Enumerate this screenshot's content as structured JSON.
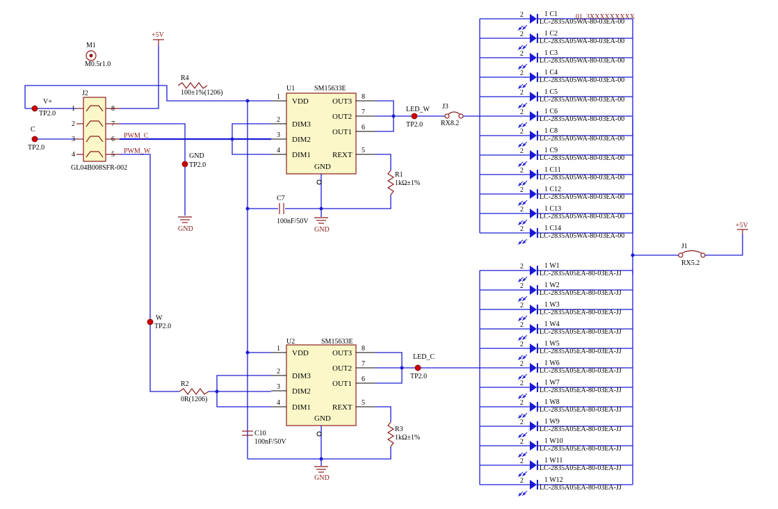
{
  "components": {
    "m1": {
      "ref": "M1",
      "value": "M0.5r1.0"
    },
    "pwr_top": "+5V",
    "pwr_right": "+5V",
    "r4": {
      "ref": "R4",
      "value": "100±1%(1206)"
    },
    "r1": {
      "ref": "R1",
      "value": "1kΩ±1%"
    },
    "r2": {
      "ref": "R2",
      "value": "0R(1206)"
    },
    "r3": {
      "ref": "R3",
      "value": "1kΩ±1%"
    },
    "c7": {
      "ref": "C7",
      "value": "100nF/50V"
    },
    "c10": {
      "ref": "C10",
      "value": "100nF/50V"
    },
    "j1": {
      "ref": "J1",
      "value": "RX5.2"
    },
    "j3": {
      "ref": "J3",
      "value": "RX8.2"
    },
    "j2": {
      "ref": "J2",
      "value": "GL04B008SFR-002",
      "pins_left": [
        "1",
        "2",
        "3",
        "4"
      ],
      "pins_right": [
        "8",
        "7",
        "6",
        "5"
      ]
    },
    "gnd": "GND",
    "tp_vplus": {
      "net": "V+",
      "value": "TP2.0"
    },
    "tp_c": {
      "net": "C",
      "value": "TP2.0"
    },
    "tp_gnd": {
      "net": "GND",
      "value": "TP2.0"
    },
    "tp_w": {
      "net": "W",
      "value": "TP2.0"
    },
    "tp_ledw": {
      "net": "LED_W",
      "value": "TP2.0"
    },
    "tp_ledc": {
      "net": "LED_C",
      "value": "TP2.0"
    },
    "nets": {
      "pwm_c": "PWM_C",
      "pwm_w": "PWM_W"
    },
    "u1": {
      "ref": "U1",
      "part": "SM15633E"
    },
    "u2": {
      "ref": "U2",
      "part": "SM15633E"
    },
    "ic_pins": {
      "vdd": "VDD",
      "dim3": "DIM3",
      "dim2": "DIM2",
      "dim1": "DIM1",
      "gnd": "GND",
      "out3": "OUT3",
      "out2": "OUT2",
      "out1": "OUT1",
      "rext": "REXT"
    },
    "ic_pin_numbers": {
      "p1": "1",
      "p2": "2",
      "p3": "3",
      "p4": "4",
      "p5": "5",
      "p6": "6",
      "p7": "7",
      "p8": "8"
    }
  },
  "led_c_bank": {
    "top_note": "01_3XXXXXXXXX",
    "pin2": "2",
    "leds": [
      {
        "ref": "C1",
        "part": "LC-2835A05WA-80-03EA-00"
      },
      {
        "ref": "C2",
        "part": "LC-2835A05WA-80-03EA-00"
      },
      {
        "ref": "C3",
        "part": "LC-2835A05WA-80-03EA-00"
      },
      {
        "ref": "C4",
        "part": "LC-2835A05WA-80-03EA-00"
      },
      {
        "ref": "C5",
        "part": "LC-2835A05WA-80-03EA-00"
      },
      {
        "ref": "C6",
        "part": "LC-2835A05WA-80-03EA-00"
      },
      {
        "ref": "C8",
        "part": "LC-2835A05WA-80-03EA-00"
      },
      {
        "ref": "C9",
        "part": "LC-2835A05WA-80-03EA-00"
      },
      {
        "ref": "C11",
        "part": "LC-2835A05WA-80-03EA-00"
      },
      {
        "ref": "C12",
        "part": "LC-2835A05WA-80-03EA-00"
      },
      {
        "ref": "C13",
        "part": "LC-2835A05WA-80-03EA-00"
      },
      {
        "ref": "C14",
        "part": "LC-2835A05WA-80-03EA-00"
      }
    ]
  },
  "led_w_bank": {
    "pin2": "2",
    "leds": [
      {
        "ref": "W1",
        "part": "LC-2835A05EA-80-03EA-JJ"
      },
      {
        "ref": "W2",
        "part": "LC-2835A05EA-80-03EA-JJ"
      },
      {
        "ref": "W3",
        "part": "LC-2835A05EA-80-03EA-JJ"
      },
      {
        "ref": "W4",
        "part": "LC-2835A05EA-80-03EA-JJ"
      },
      {
        "ref": "W5",
        "part": "LC-2835A05EA-80-03EA-JJ"
      },
      {
        "ref": "W6",
        "part": "LC-2835A05EA-80-03EA-JJ"
      },
      {
        "ref": "W7",
        "part": "LC-2835A05EA-80-03EA-JJ"
      },
      {
        "ref": "W8",
        "part": "LC-2835A05EA-80-03EA-JJ"
      },
      {
        "ref": "W9",
        "part": "LC-2835A05EA-80-03EA-JJ"
      },
      {
        "ref": "W10",
        "part": "LC-2835A05EA-80-03EA-JJ"
      },
      {
        "ref": "W11",
        "part": "LC-2835A05EA-80-03EA-JJ"
      },
      {
        "ref": "W12",
        "part": "LC-2835A05EA-80-03EA-JJ"
      }
    ]
  },
  "colors": {
    "wire": "#1a1ad6",
    "symbol": "#8b1a1a",
    "ic_fill": "#fbf7c8"
  }
}
